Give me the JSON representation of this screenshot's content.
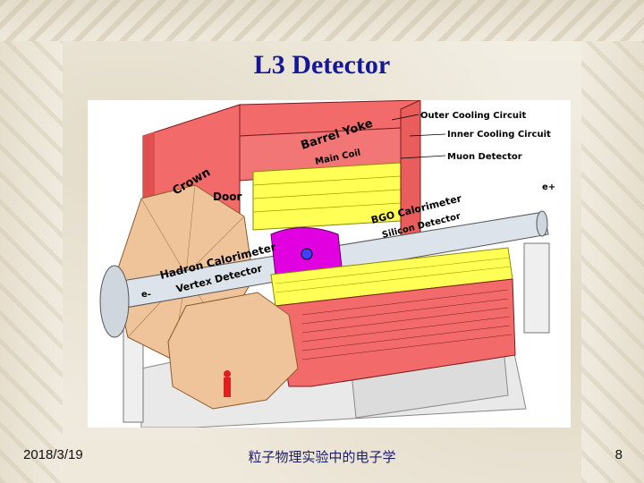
{
  "slide": {
    "title": "L3 Detector",
    "footer": {
      "date": "2018/3/19",
      "center": "粒子物理实验中的电子学",
      "page": "8"
    }
  },
  "diagram": {
    "labels": {
      "outer_cooling": "Outer Cooling Circuit",
      "inner_cooling": "Inner Cooling Circuit",
      "muon": "Muon Detector",
      "barrel_yoke": "Barrel Yoke",
      "main_coil": "Main Coil",
      "crown": "Crown",
      "door": "Door",
      "bgo": "BGO Calorimeter",
      "silicon": "Silicon Detector",
      "hadron": "Hadron Calorimeter",
      "vertex": "Vertex Detector",
      "e_plus": "e+",
      "e_minus": "e-"
    },
    "colors": {
      "magnet": "#f26a6a",
      "octagon": "#f0c49a",
      "inner": "#ffff55",
      "core": "#e000e0",
      "beam": "#dde3ea",
      "concrete": "#e8e8e8"
    }
  }
}
